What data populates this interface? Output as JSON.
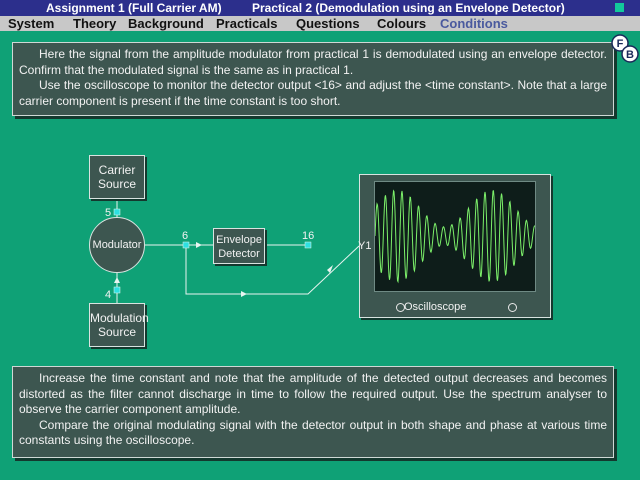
{
  "title_bar": {
    "assignment": "Assignment 1 (Full Carrier AM)",
    "practical": "Practical 2 (Demodulation using an Envelope Detector)"
  },
  "menu": {
    "items": [
      {
        "label": "System"
      },
      {
        "label": "Theory"
      },
      {
        "label": "Background"
      },
      {
        "label": "Practicals"
      },
      {
        "label": "Questions"
      },
      {
        "label": "Colours"
      },
      {
        "label": "Conditions"
      }
    ]
  },
  "instructions_top": {
    "para1": "Here the signal from the amplitude modulator from practical 1 is demodulated using an envelope detector.  Confirm that the modulated signal is the same as in practical 1.",
    "para2": "Use the oscilloscope to monitor the detector output <16> and adjust the <time constant>.  Note that a large carrier component is present if the time constant is too short."
  },
  "badge": {
    "letter1": "F",
    "letter2": "B"
  },
  "diagram": {
    "carrier_source": "Carrier Source",
    "modulation_source": "Modulation Source",
    "modulator": "Modulator",
    "envelope_detector": "Envelope Detector",
    "node_5": "5",
    "node_4": "4",
    "node_6": "6",
    "node_16": "16",
    "y1": "Y1"
  },
  "oscilloscope": {
    "label": "Oscilloscope",
    "trace_color": "#7cf06a"
  },
  "instructions_bottom": {
    "para1": "Increase the time constant and note that the amplitude of the detected output decreases and becomes distorted as the filter cannot discharge in time to follow the required output.  Use the spectrum analyser to observe the carrier component amplitude.",
    "para2": "Compare the original modulating signal with the detector output in both shape and phase at various time constants using the oscilloscope."
  }
}
